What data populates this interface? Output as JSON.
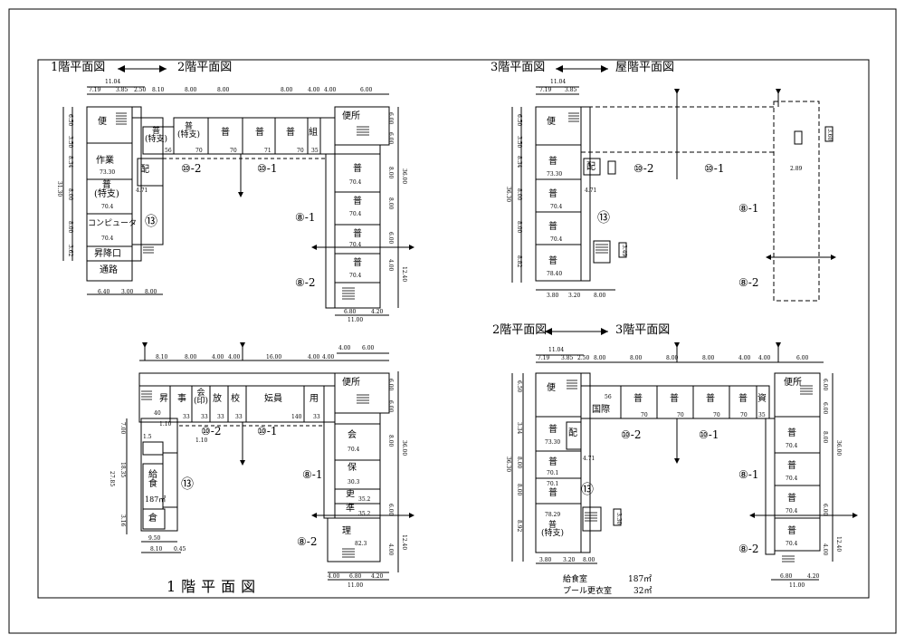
{
  "quad_tl": {
    "title_left": "1階平面図",
    "title_right": "2階平面図",
    "dims_top": [
      "11.04",
      "7.19",
      "3.85",
      "2.50",
      "8.10",
      "8.00",
      "8.00",
      "8.00",
      "4.00",
      "4.00",
      "6.00"
    ],
    "dims_left": [
      "6.50",
      "3.50",
      "8.34",
      "8.00",
      "8.00",
      "3.62",
      "31.30"
    ],
    "dims_right": [
      "6.00",
      "6.00",
      "8.00",
      "8.00",
      "36.00",
      "6.00",
      "4.00",
      "12.40"
    ],
    "dims_bottom": [
      "6.40",
      "3.00",
      "8.00",
      "6.80",
      "4.20",
      "11.00"
    ],
    "rooms": {
      "toilet_top": "便",
      "work": "作業",
      "work_area": "73.30",
      "cls_special": "普\n(特支)",
      "cls_special_area": "70.4",
      "computer": "コンピュータ",
      "computer_area": "70.4",
      "stairs_label": "昇降口",
      "passage": "通路",
      "cls1": "普\n(特支)",
      "cls1_area": "56",
      "cls2": "普\n(特支)",
      "cls2_area": "70",
      "cls3": "普",
      "cls3_area": "70",
      "cls4": "普",
      "cls4_area": "71",
      "cls5": "普",
      "cls5_area": "70",
      "kumi": "組",
      "kumi_area": "35",
      "toilet_right": "便所",
      "hai": "配",
      "hai_area": "4.71",
      "r1": "普",
      "r1_area": "70.4",
      "r2": "普",
      "r2_area": "70.4",
      "r3": "普",
      "r3_area": "70.4",
      "r4": "普",
      "r4_area": "70.4"
    },
    "labels": [
      "⑩-2",
      "⑩-1",
      "⑬",
      "⑧-1",
      "⑧-2"
    ]
  },
  "quad_tr": {
    "title_left": "3階平面図",
    "title_right": "屋階平面図",
    "dims_top": [
      "11.04",
      "7.19",
      "3.85"
    ],
    "dims_left": [
      "6.50",
      "3.50",
      "8.34",
      "8.00",
      "8.00",
      "8.82",
      "36.30"
    ],
    "dims_bottom": [
      "3.80",
      "3.20",
      "8.00"
    ],
    "rooms": {
      "toilet": "便",
      "c1": "普",
      "c1_area": "73.30",
      "c2": "普",
      "c2_area": "70.4",
      "c3": "普",
      "c3_area": "70.4",
      "c4": "普",
      "c4_area": "78.40",
      "hai": "配",
      "hai_area": "4.71",
      "roof_area": "2.89",
      "side": "3.49",
      "side2": "3.60"
    },
    "labels": [
      "⑩-2",
      "⑩-1",
      "⑬",
      "⑧-1",
      "⑧-2"
    ]
  },
  "quad_bl": {
    "title": "1階平面図",
    "dims_top": [
      "8.10",
      "8.00",
      "4.00",
      "4.00",
      "16.00",
      "4.00",
      "4.00",
      "4.00",
      "6.00"
    ],
    "dims_left": [
      "7.00",
      "18.35",
      "27.85",
      "3.16"
    ],
    "dims_right": [
      "6.00",
      "6.00",
      "8.00",
      "36.00",
      "6.00",
      "4.00",
      "12.40"
    ],
    "dims_bottom": [
      "9.50",
      "8.10",
      "0.45",
      "4.00",
      "6.80",
      "4.20",
      "11.00"
    ],
    "rooms": {
      "sho": "昇",
      "sho_area": "40",
      "ji": "事",
      "ji_area": "33",
      "kai_in": "会\n(印)",
      "kai_in_area": "33",
      "ho": "放",
      "ho_area": "33",
      "ko": "校",
      "ko_area": "33",
      "staff": "妘員",
      "staff_area": "140",
      "yo": "用",
      "yo_area": "33",
      "toilet": "便所",
      "kai": "会",
      "kai_area": "70.4",
      "hoken": "保",
      "hoken_area": "30.3",
      "ko2": "更",
      "ko2_area": "35.2",
      "jun": "準",
      "jun_area": "35.2",
      "ri": "理",
      "ri_area": "82.3",
      "kyushoku": "給\n食",
      "kyushoku_area": "187㎡",
      "sou": "倉",
      "small": "1.10",
      "small2": "1.10",
      "small3": "1.5"
    },
    "labels": [
      "⑩-2",
      "⑩-1",
      "⑬",
      "⑧-1",
      "⑧-2"
    ]
  },
  "quad_br": {
    "title_left": "2階平面図",
    "title_right": "3階平面図",
    "dims_top": [
      "11.04",
      "7.19",
      "3.85",
      "2.50",
      "8.00",
      "8.00",
      "8.00",
      "8.00",
      "4.00",
      "4.00",
      "6.00"
    ],
    "dims_left": [
      "6.50",
      "3.34",
      "8.00",
      "8.00",
      "8.92",
      "36.30"
    ],
    "dims_right": [
      "6.00",
      "6.00",
      "8.00",
      "36.00",
      "6.00",
      "4.00",
      "12.40"
    ],
    "dims_bottom": [
      "3.80",
      "3.20",
      "8.00",
      "6.80",
      "4.20",
      "11.00"
    ],
    "rooms": {
      "toilet": "便",
      "kokusai": "国際",
      "kokusai_area": "56",
      "c1": "普",
      "c1_area": "70",
      "c2": "普",
      "c2_area": "70",
      "c3": "普",
      "c3_area": "70",
      "c4": "普",
      "c4_area": "70",
      "shi": "資",
      "shi_area": "35",
      "toilet_r": "便所",
      "l1": "普",
      "l1_area": "73.30",
      "l2": "普",
      "l2_area": "70.1",
      "l3": "普",
      "l3_area": "70.1",
      "l4": "普\n(特支)",
      "l4_area": "78.29",
      "hai": "配",
      "hai_area": "4.71",
      "r1": "普",
      "r1_area": "70.4",
      "r2": "普",
      "r2_area": "70.4",
      "r3": "普",
      "r3_area": "70.4",
      "r4": "普",
      "r4_area": "70.4",
      "side": "3.30"
    },
    "labels": [
      "⑩-2",
      "⑩-1",
      "⑬",
      "⑧-1",
      "⑧-2"
    ],
    "notes": [
      {
        "label": "給食室",
        "value": "187㎡"
      },
      {
        "label": "プール更衣室",
        "value": "32㎡"
      }
    ]
  }
}
